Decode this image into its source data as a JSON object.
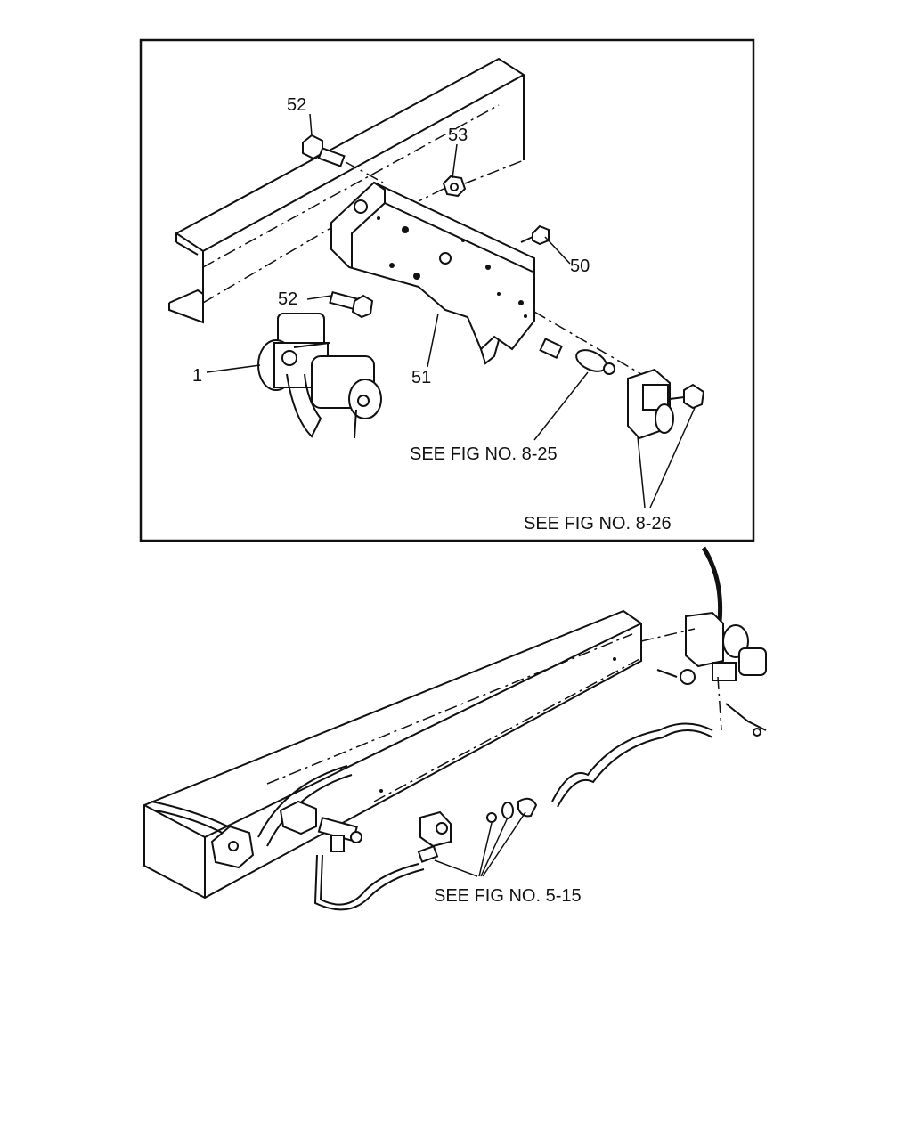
{
  "callouts": {
    "c52_top": "52",
    "c53": "53",
    "c50": "50",
    "c52_mid": "52",
    "c51": "51",
    "c1": "1"
  },
  "references": {
    "fig_8_25": "SEE FIG NO. 8-25",
    "fig_8_26": "SEE FIG NO. 8-26",
    "fig_5_15": "SEE FIG NO. 5-15"
  }
}
